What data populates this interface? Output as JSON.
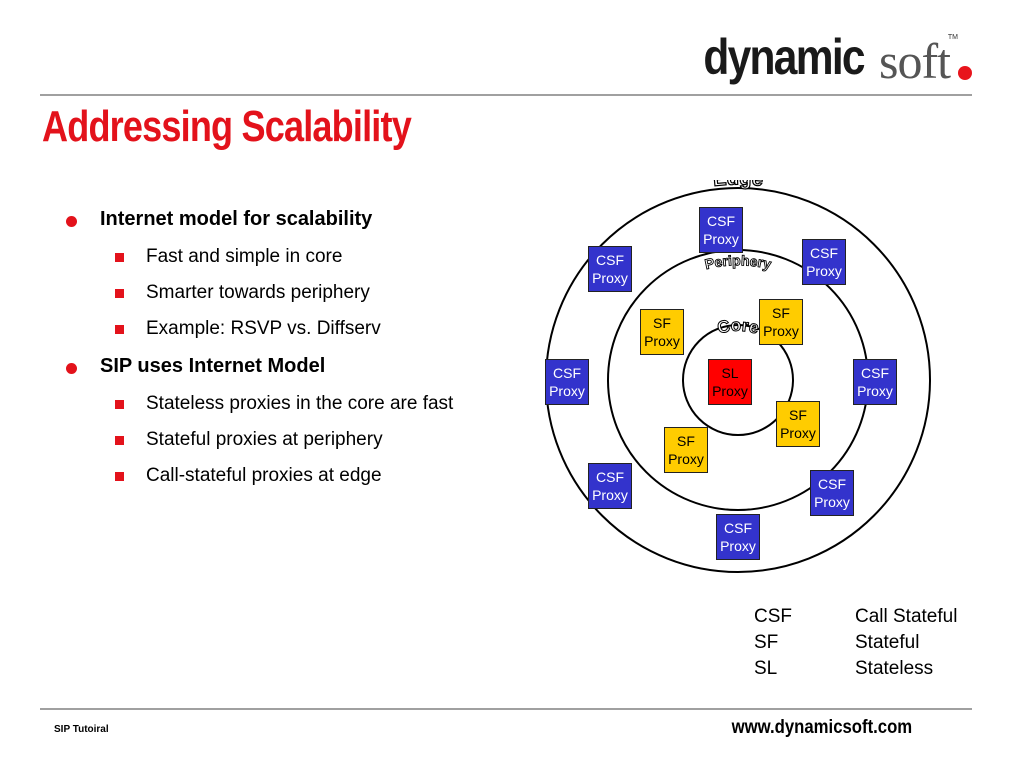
{
  "logo": {
    "bold": "dynamic",
    "light": "soft",
    "tm": "TM"
  },
  "title": "Addressing Scalability",
  "bullets": [
    {
      "text": "Internet model for scalability",
      "sub": [
        "Fast and simple in core",
        "Smarter towards periphery",
        "Example: RSVP vs. Diffserv"
      ]
    },
    {
      "text": "SIP uses Internet Model",
      "sub": [
        "Stateless proxies in the core are fast",
        "Stateful proxies at periphery",
        "Call-stateful proxies at edge"
      ]
    }
  ],
  "diagram": {
    "ring_labels": {
      "edge": "Edge",
      "periphery": "Periphery",
      "core": "Core"
    },
    "csf": {
      "line1": "CSF",
      "line2": "Proxy"
    },
    "sf": {
      "line1": "SF",
      "line2": "Proxy"
    },
    "sl": {
      "line1": "SL",
      "line2": "Proxy"
    },
    "colors": {
      "csf": "#3333cc",
      "sf": "#ffcc00",
      "sl": "#ff0000"
    }
  },
  "legend": [
    {
      "abbr": "CSF",
      "meaning": "Call Stateful"
    },
    {
      "abbr": "SF",
      "meaning": "Stateful"
    },
    {
      "abbr": "SL",
      "meaning": "Stateless"
    }
  ],
  "footer": {
    "left": "SIP Tutoiral",
    "right": "www.dynamicsoft.com"
  }
}
